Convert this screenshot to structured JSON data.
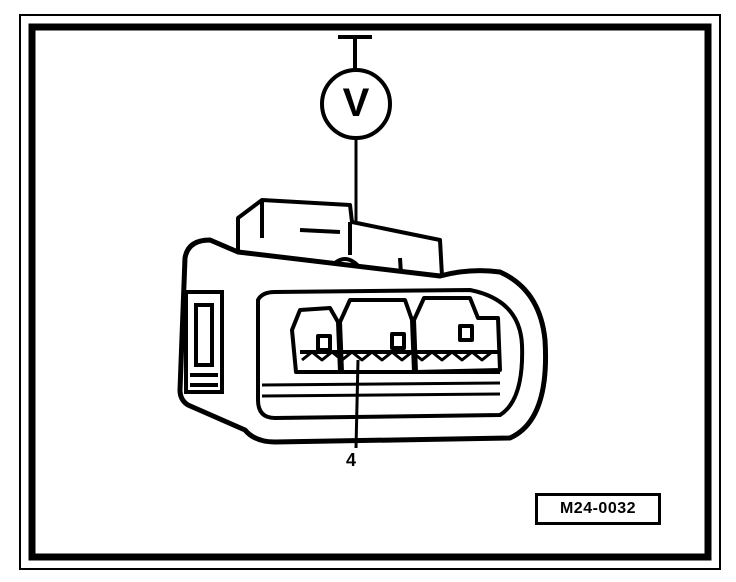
{
  "diagram": {
    "meter_symbol": "V",
    "pin_label": "4",
    "reference_code": "M24-0032"
  },
  "colors": {
    "ink": "#000000",
    "paper": "#ffffff",
    "shade": "#e6e6e6"
  }
}
